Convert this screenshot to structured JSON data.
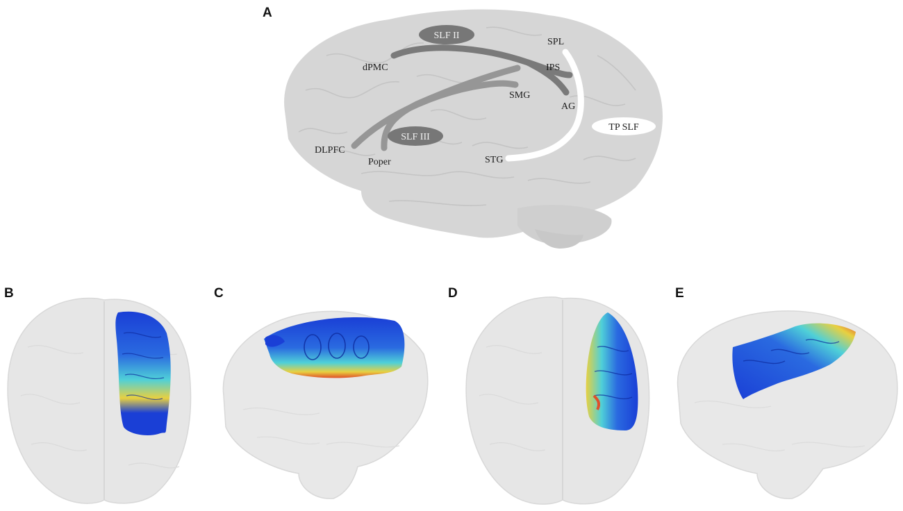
{
  "panels": {
    "a": "A",
    "b": "B",
    "c": "C",
    "d": "D",
    "e": "E"
  },
  "tracts": {
    "slf2": "SLF II",
    "slf3": "SLF III",
    "tp_slf": "TP SLF"
  },
  "regions": {
    "dpmc": "dPMC",
    "spl": "SPL",
    "ips": "IPS",
    "smg": "SMG",
    "ag": "AG",
    "dlpfc": "DLPFC",
    "poper": "Poper",
    "stg": "STG"
  },
  "colors": {
    "brain_fill": "#d6d6d6",
    "slf2_tract": "#7a7a7a",
    "slf3_tract": "#969696",
    "tp_slf_tract": "#ffffff",
    "oval_dark": "#777777",
    "fiber_blue": "#1a3fd6",
    "fiber_cyan": "#4fd0d8",
    "fiber_yellow": "#e8d040",
    "fiber_red": "#e0502a"
  }
}
